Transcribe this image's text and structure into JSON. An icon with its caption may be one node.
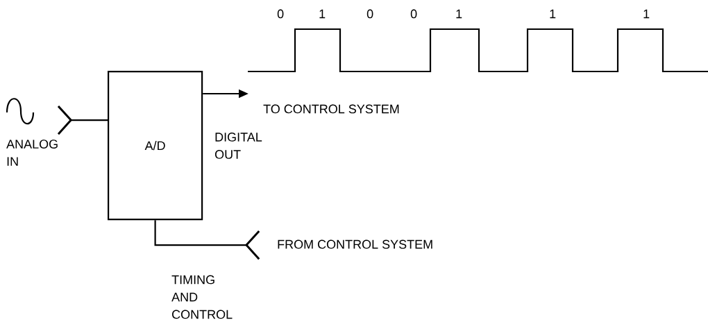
{
  "diagram": {
    "nodes": [
      {
        "text": [
          "A/D"
        ]
      },
      {
        "text": [],
        "shape": "chevron"
      },
      {
        "text": [],
        "shape": "chevron"
      }
    ],
    "edges": [
      {
        "from": 1,
        "to": 0,
        "arrow": "none"
      },
      {
        "from": 0,
        "to": null,
        "arrow": "to"
      },
      {
        "from": 2,
        "to": 0,
        "arrow": "none"
      }
    ],
    "labels": [
      "0",
      "1",
      "0",
      "0",
      "1",
      "1",
      "1",
      "TO CONTROL SYSTEM",
      "ANALOG IN",
      "DIGITAL OUT",
      "FROM CONTROL SYSTEM",
      "TIMING AND CONTROL"
    ]
  }
}
